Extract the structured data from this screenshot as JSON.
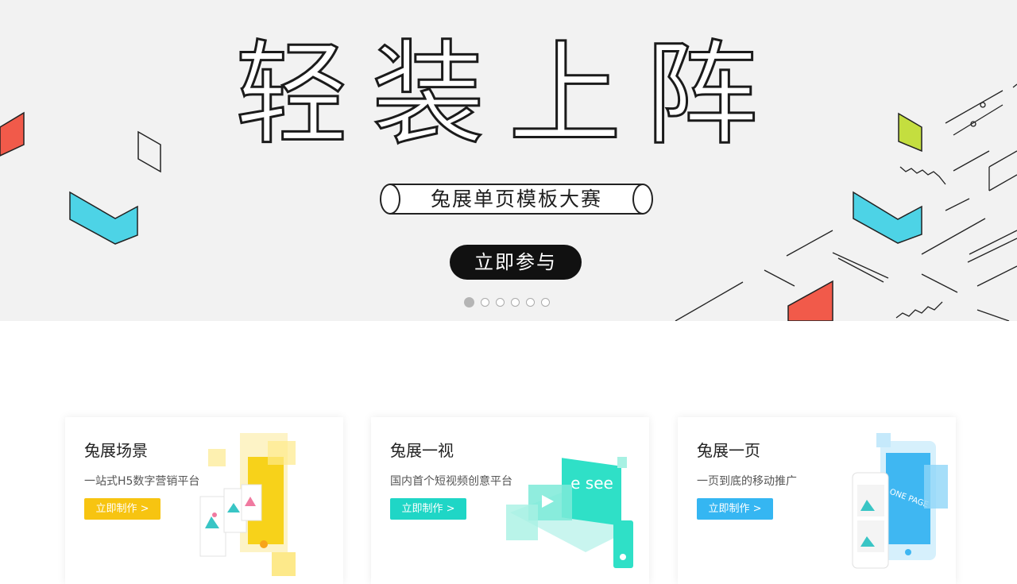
{
  "banner": {
    "headline": "轻装上阵",
    "subtitle": "兔展单页模板大赛",
    "cta": "立即参与",
    "slide_count": 6,
    "active_slide": 1,
    "colors": {
      "red": "#f15a4a",
      "cyan": "#4dd3e6",
      "lime": "#c4de3f",
      "green": "#26c281",
      "purple": "#6a4bc9"
    }
  },
  "cards": [
    {
      "title": "兔展场景",
      "desc": "一站式H5数字营销平台",
      "button": "立即制作 >",
      "accent": "#f7c411"
    },
    {
      "title": "兔展一视",
      "desc": "国内首个短视频创意平台",
      "button": "立即制作 >",
      "accent": "#1fd6c6"
    },
    {
      "title": "兔展一页",
      "desc": "一页到底的移动推广",
      "button": "立即制作 >",
      "accent": "#35b6f2",
      "art_label_1": "ONE PAGE"
    }
  ],
  "card2_art_label": "e see"
}
